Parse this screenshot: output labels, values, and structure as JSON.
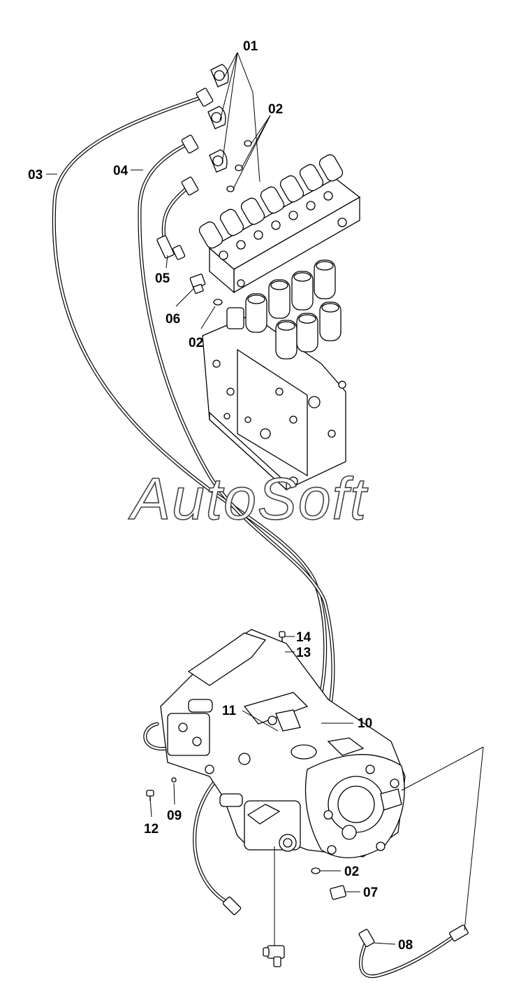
{
  "watermark": "AutoSoft",
  "callouts": {
    "c01": "01",
    "c02a": "02",
    "c03": "03",
    "c04": "04",
    "c05": "05",
    "c06": "06",
    "c02b": "02",
    "c14": "14",
    "c13": "13",
    "c11": "11",
    "c10": "10",
    "c12": "12",
    "c09": "09",
    "c02c": "02",
    "c07": "07",
    "c08": "08"
  }
}
